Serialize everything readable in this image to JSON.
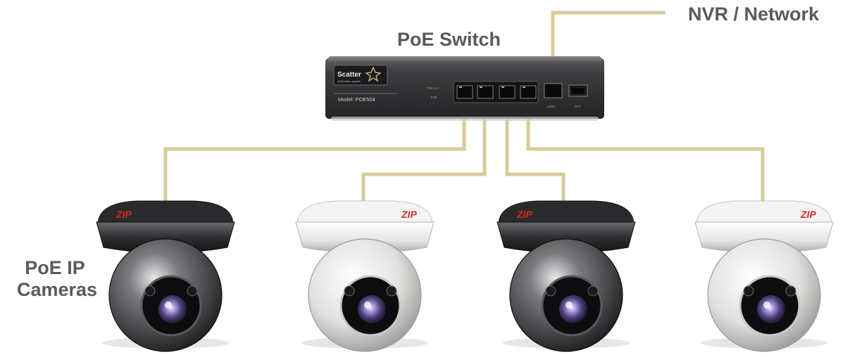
{
  "labels": {
    "nvr_network": "NVR / Network",
    "poe_switch": "PoE Switch",
    "cameras_line1": "PoE IP",
    "cameras_line2": "Cameras"
  },
  "switch": {
    "brand_text": "Scatter",
    "brand_tagline": "distribution signals",
    "model_text": "Model: POE504",
    "port_caption_1": "Port 1-4",
    "port_caption_2": "PoE",
    "uplink_caption": "Uplink",
    "sfp_caption": "SFP"
  },
  "cameras": [
    {
      "logo": "ZIP",
      "body_color": "dark"
    },
    {
      "logo": "ZIP",
      "body_color": "white"
    },
    {
      "logo": "ZIP",
      "body_color": "dark"
    },
    {
      "logo": "ZIP",
      "body_color": "white"
    }
  ],
  "colors": {
    "cable": "#d8cb98",
    "label_text": "#5a5a5a",
    "switch_body": "#3a3a3c",
    "camera_dark": "#2a2a2c",
    "camera_white": "#f1f1f0",
    "logo_red": "#d42a1f",
    "lens_violet": "#9b8ad4"
  }
}
